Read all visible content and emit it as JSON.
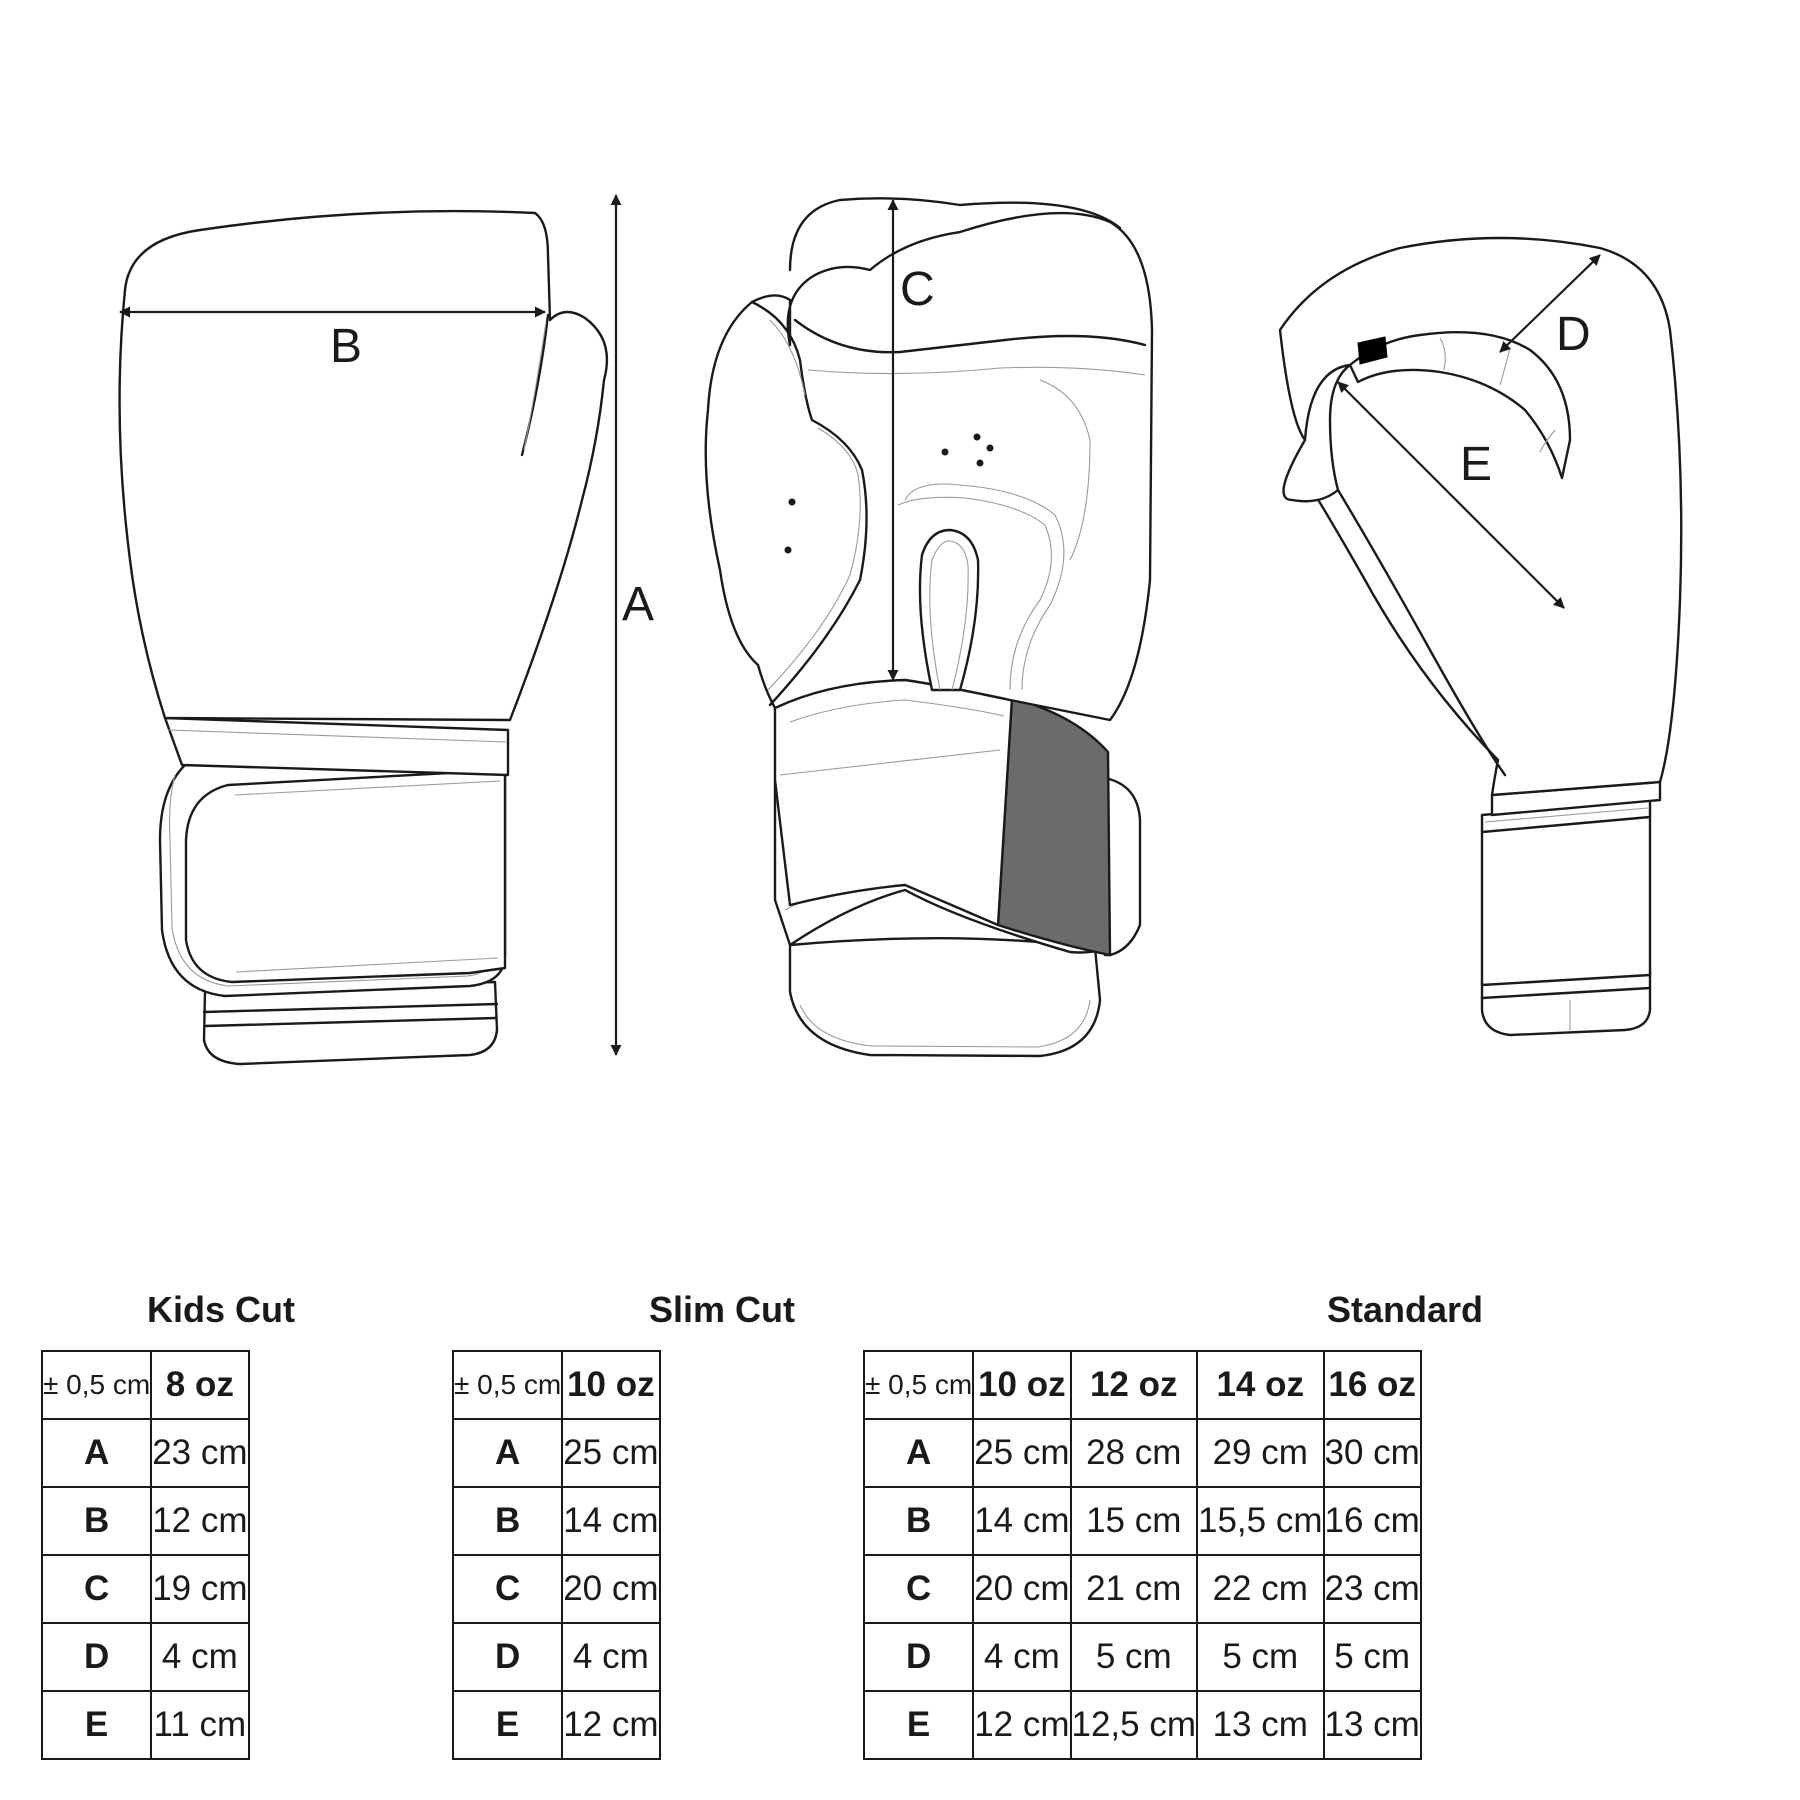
{
  "diagram": {
    "labels": {
      "A": "A",
      "B": "B",
      "C": "C",
      "D": "D",
      "E": "E"
    },
    "colors": {
      "line": "#1a1a1a",
      "closure_patch": "#6b6b6b",
      "thumb_tag": "#000000"
    }
  },
  "tables": [
    {
      "title": "Kids Cut",
      "tolerance": "± 0,5 cm",
      "sizes": [
        "8 oz"
      ],
      "rows": [
        {
          "label": "A",
          "values": [
            "23 cm"
          ]
        },
        {
          "label": "B",
          "values": [
            "12 cm"
          ]
        },
        {
          "label": "C",
          "values": [
            "19 cm"
          ]
        },
        {
          "label": "D",
          "values": [
            "4 cm"
          ]
        },
        {
          "label": "E",
          "values": [
            "11 cm"
          ]
        }
      ]
    },
    {
      "title": "Slim Cut",
      "tolerance": "± 0,5 cm",
      "sizes": [
        "10 oz"
      ],
      "rows": [
        {
          "label": "A",
          "values": [
            "25 cm"
          ]
        },
        {
          "label": "B",
          "values": [
            "14 cm"
          ]
        },
        {
          "label": "C",
          "values": [
            "20 cm"
          ]
        },
        {
          "label": "D",
          "values": [
            "4 cm"
          ]
        },
        {
          "label": "E",
          "values": [
            "12 cm"
          ]
        }
      ]
    },
    {
      "title": "Standard",
      "tolerance": "± 0,5 cm",
      "sizes": [
        "10 oz",
        "12 oz",
        "14 oz",
        "16 oz"
      ],
      "rows": [
        {
          "label": "A",
          "values": [
            "25 cm",
            "28 cm",
            "29 cm",
            "30 cm"
          ]
        },
        {
          "label": "B",
          "values": [
            "14 cm",
            "15 cm",
            "15,5 cm",
            "16 cm"
          ]
        },
        {
          "label": "C",
          "values": [
            "20 cm",
            "21 cm",
            "22 cm",
            "23 cm"
          ]
        },
        {
          "label": "D",
          "values": [
            "4 cm",
            "5 cm",
            "5 cm",
            "5 cm"
          ]
        },
        {
          "label": "E",
          "values": [
            "12 cm",
            "12,5 cm",
            "13 cm",
            "13 cm"
          ]
        }
      ]
    }
  ]
}
